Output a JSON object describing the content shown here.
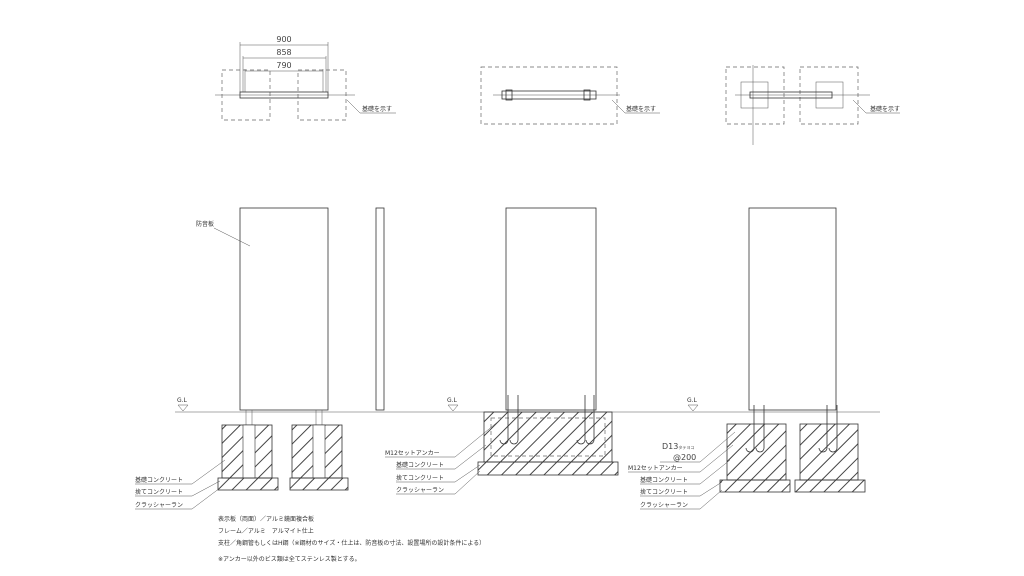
{
  "plan": {
    "dims": [
      "900",
      "858",
      "790"
    ],
    "foundation_label": "基礎を示す"
  },
  "elevation": {
    "panel_label": "防音板",
    "ground_level": "G.L",
    "anchor_label": "M12セットアンカー",
    "foundation_concrete": "基礎コンクリート",
    "leveling_concrete": "捨てコンクリート",
    "crusher_run": "クラッシャーラン",
    "rebar_label": "D13",
    "rebar_sub": "タテヨコ",
    "rebar_pitch": "@200"
  },
  "notes": [
    "表示板（両面）／アルミ鏡面複合板",
    "フレーム／アルミ　アルマイト仕上",
    "支柱／角鋼管もしくはH鋼（※鋼材のサイズ・仕上は、防音板の寸法、設置場所の設計条件による）",
    "※アンカー以外のビス類は全てステンレス製とする。"
  ]
}
